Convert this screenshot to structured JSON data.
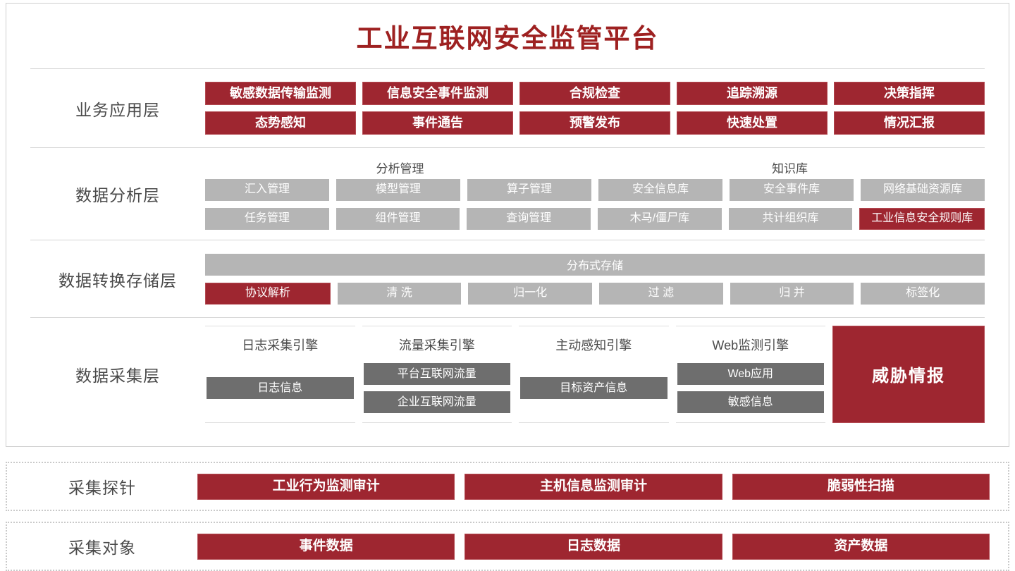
{
  "header": {
    "title": "工业互联网安全监管平台",
    "accent": "#9e2121"
  },
  "colors": {
    "red": "#9e2630",
    "gray": "#b5b5b5",
    "dark_gray": "#6e6e6e",
    "label": "#4a4a4a"
  },
  "layers": [
    {
      "label": "业务应用层",
      "rows": [
        [
          "敏感数据传输监测",
          "信息安全事件监测",
          "合规检查",
          "追踪溯源",
          "决策指挥"
        ],
        [
          "态势感知",
          "事件通告",
          "预警发布",
          "快速处置",
          "情况汇报"
        ]
      ]
    },
    {
      "label": "数据分析层",
      "groups": [
        "分析管理",
        "知识库"
      ],
      "rows": [
        [
          "汇入管理",
          "模型管理",
          "算子管理",
          "安全信息库",
          "安全事件库",
          "网络基础资源库"
        ],
        [
          "任务管理",
          "组件管理",
          "查询管理",
          "木马/僵尸库",
          "共计组织库",
          "工业信息安全规则库"
        ]
      ],
      "highlight": {
        "row": 1,
        "col": 5
      }
    },
    {
      "label": "数据转换存储层",
      "storage_bar": "分布式存储",
      "rows": [
        [
          "协议解析",
          "清 洗",
          "归一化",
          "过 滤",
          "归 并",
          "标签化"
        ]
      ],
      "highlight": {
        "row": 0,
        "col": 0
      }
    },
    {
      "label": "数据采集层",
      "engines": [
        {
          "title": "日志采集引擎",
          "items": [
            "日志信息"
          ]
        },
        {
          "title": "流量采集引擎",
          "items": [
            "平台互联网流量",
            "企业互联网流量"
          ]
        },
        {
          "title": "主动感知引擎",
          "items": [
            "目标资产信息"
          ]
        },
        {
          "title": "Web监测引擎",
          "items": [
            "Web应用",
            "敏感信息"
          ]
        }
      ],
      "threat": "威胁情报"
    }
  ],
  "bottom": [
    {
      "label": "采集探针",
      "items": [
        "工业行为监测审计",
        "主机信息监测审计",
        "脆弱性扫描"
      ]
    },
    {
      "label": "采集对象",
      "items": [
        "事件数据",
        "日志数据",
        "资产数据"
      ]
    }
  ]
}
